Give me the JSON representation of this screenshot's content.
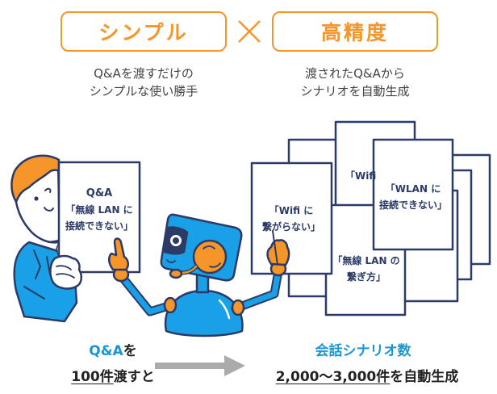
{
  "header": {
    "left_label": "シンプル",
    "separator": "×",
    "right_label": "高精度"
  },
  "captions": {
    "left": [
      "Q&Aを渡すだけの",
      "シンプルな使い勝手"
    ],
    "right": [
      "渡されたQ&Aから",
      "シナリオを自動生成"
    ]
  },
  "input_paper": {
    "title": "Q&A",
    "lines": [
      "「無線 LAN に",
      "接続できない」"
    ]
  },
  "output_papers": [
    {
      "lines": [
        "「Wifi に",
        "繋がらない」"
      ]
    },
    {
      "lines": [
        "「Wifi"
      ]
    },
    {
      "lines": [
        "「WLAN に",
        "接続できない」"
      ]
    },
    {
      "lines": [
        "「無線 LAN の",
        "繋ぎ方」"
      ]
    }
  ],
  "bottom_left": {
    "line1_highlight": "Q&A",
    "line1_rest": "を",
    "line2_underlined": "100件",
    "line2_rest": "渡すと"
  },
  "bottom_right": {
    "line1": "会話シナリオ数",
    "line2_underlined": "2,000〜3,000件",
    "line2_rest": "を自動生成"
  },
  "colors": {
    "accent_orange": "#f5952a",
    "accent_blue": "#1a96d4",
    "robot_blue": "#1aa0e6",
    "outline_navy": "#2b3a66",
    "arrow_gray": "#ababab"
  }
}
